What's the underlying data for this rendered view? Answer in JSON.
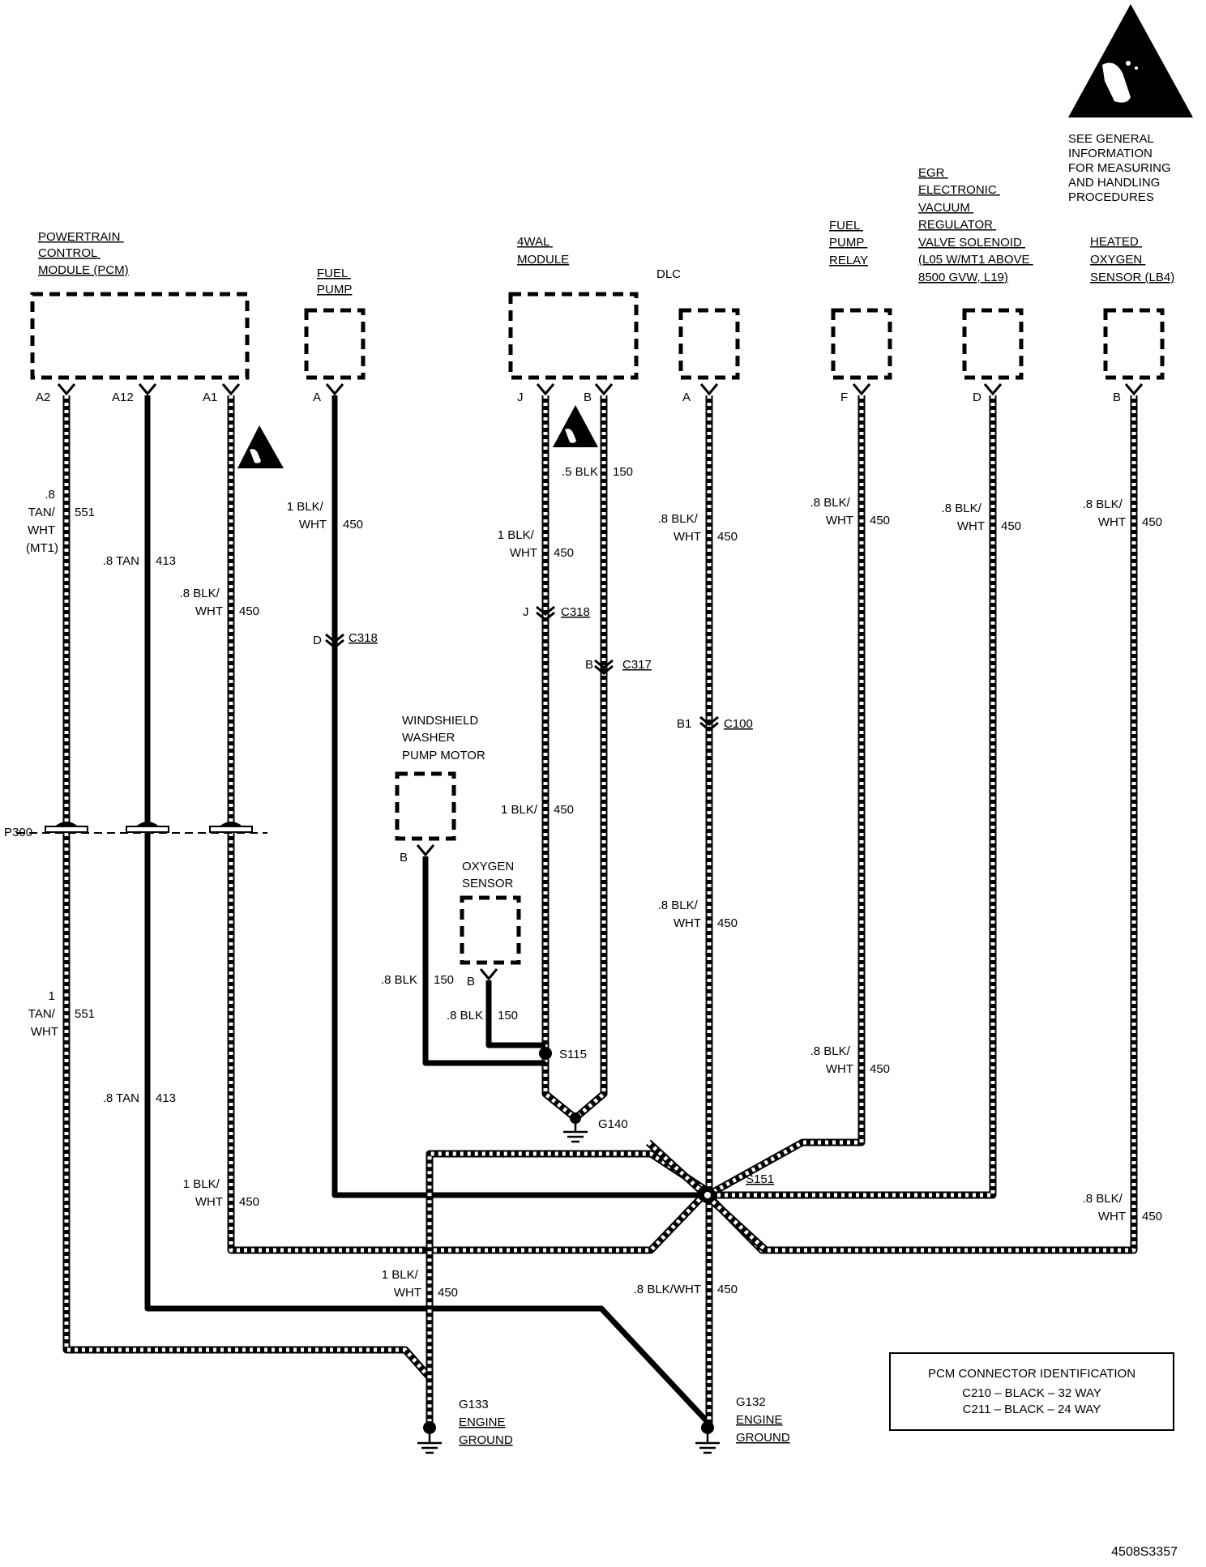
{
  "warning": {
    "icon": "esd-warning-icon",
    "lines": [
      "SEE GENERAL",
      "INFORMATION",
      "FOR MEASURING",
      "AND HANDLING",
      "PROCEDURES"
    ]
  },
  "components": {
    "pcm": [
      "POWERTRAIN",
      "CONTROL",
      "MODULE (PCM)"
    ],
    "fuel_pump": [
      "FUEL",
      "PUMP"
    ],
    "wal": [
      "4WAL",
      "MODULE"
    ],
    "dlc": [
      "DLC"
    ],
    "relay": [
      "FUEL",
      "PUMP",
      "RELAY"
    ],
    "egr": [
      "EGR",
      "ELECTRONIC",
      "VACUUM",
      "REGULATOR",
      "VALVE SOLENOID",
      "(L05 W/MT1 ABOVE",
      "8500 GVW, L19)"
    ],
    "ho2s": [
      "HEATED",
      "OXYGEN",
      "SENSOR (LB4)"
    ],
    "washer": [
      "WINDSHIELD",
      "WASHER",
      "PUMP MOTOR"
    ],
    "o2": [
      "OXYGEN",
      "SENSOR"
    ]
  },
  "pins": {
    "pcm_a2": "A2",
    "pcm_a12": "A12",
    "pcm_a1": "A1",
    "fuel_a": "A",
    "wal_j": "J",
    "wal_b": "B",
    "dlc_a": "A",
    "relay_f": "F",
    "egr_d": "D",
    "ho2s_b": "B",
    "washer_b": "B",
    "o2_b": "B"
  },
  "wires": {
    "a2_top": [
      ".8",
      "TAN/",
      "WHT",
      "(MT1)"
    ],
    "a2_top_circuit": "551",
    "a12_top": ".8 TAN",
    "a12_top_circuit": "413",
    "a1_top": [
      ".8 BLK/",
      "WHT"
    ],
    "a1_top_circuit": "450",
    "fuel_top": [
      "1 BLK/",
      "WHT"
    ],
    "fuel_top_circuit": "450",
    "wal_b_top": ".5 BLK",
    "wal_b_top_circuit": "150",
    "wal_j_top": [
      "1 BLK/",
      "WHT"
    ],
    "wal_j_top_circuit": "450",
    "dlc_top": [
      ".8 BLK/",
      "WHT"
    ],
    "dlc_top_circuit": "450",
    "relay_top": [
      ".8 BLK/",
      "WHT"
    ],
    "relay_top_circuit": "450",
    "egr_top": [
      ".8 BLK/",
      "WHT"
    ],
    "egr_top_circuit": "450",
    "ho2s_top": [
      ".8 BLK/",
      "WHT"
    ],
    "ho2s_top_circuit": "450",
    "wal_j_mid": "1 BLK/",
    "wal_j_mid_circuit": "450",
    "dlc_mid": [
      ".8 BLK/",
      "WHT"
    ],
    "dlc_mid_circuit": "450",
    "washer_wire": ".8 BLK",
    "washer_wire_circuit": "150",
    "o2_wire": ".8 BLK",
    "o2_wire_circuit": "150",
    "a2_low": [
      "1",
      "TAN/",
      "WHT"
    ],
    "a2_low_circuit": "551",
    "a12_low": ".8 TAN",
    "a12_low_circuit": "413",
    "relay_low": [
      ".8 BLK/",
      "WHT"
    ],
    "relay_low_circuit": "450",
    "a1_low": [
      "1 BLK/",
      "WHT"
    ],
    "a1_low_circuit": "450",
    "ho2s_low": [
      ".8 BLK/",
      "WHT"
    ],
    "ho2s_low_circuit": "450",
    "g133_wire": [
      "1 BLK/",
      "WHT"
    ],
    "g133_wire_circuit": "450",
    "g132_wire": ".8 BLK/WHT",
    "g132_wire_circuit": "450"
  },
  "connectors": {
    "c318_fuel_pin": "D",
    "c318_fuel": "C318",
    "c318_wal_pin": "J",
    "c318_wal": "C318",
    "c317_pin": "B",
    "c317": "C317",
    "c100_pin": "B1",
    "c100": "C100",
    "p300": "P300"
  },
  "splices": {
    "s115": "S115",
    "s151": "S151"
  },
  "grounds": {
    "g140": "G140",
    "g133": [
      "G133",
      "ENGINE",
      "GROUND"
    ],
    "g132": [
      "G132",
      "ENGINE",
      "GROUND"
    ]
  },
  "legend": {
    "title": "PCM CONNECTOR IDENTIFICATION",
    "lines": [
      "C210 – BLACK – 32 WAY",
      "C211 – BLACK – 24 WAY"
    ]
  },
  "figure_id": "4508S3357"
}
